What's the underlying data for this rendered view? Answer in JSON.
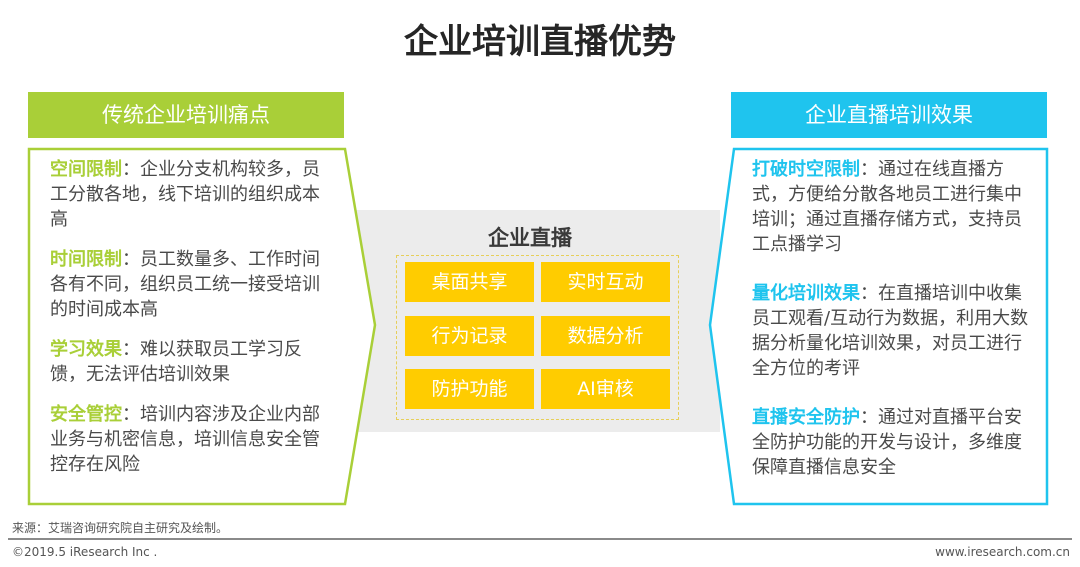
{
  "title": "企业培训直播优势",
  "left": {
    "header": "传统企业培训痛点",
    "items": [
      {
        "key": "空间限制",
        "text": "：企业分支机构较多，员工分散各地，线下培训的组织成本高"
      },
      {
        "key": "时间限制",
        "text": "：员工数量多、工作时间各有不同，组织员工统一接受培训的时间成本高"
      },
      {
        "key": "学习效果",
        "text": "：难以获取员工学习反馈，无法评估培训效果"
      },
      {
        "key": "安全管控",
        "text": "：培训内容涉及企业内部业务与机密信息，培训信息安全管控存在风险"
      }
    ]
  },
  "center": {
    "title": "企业直播",
    "tiles": [
      "桌面共享",
      "实时互动",
      "行为记录",
      "数据分析",
      "防护功能",
      "AI审核"
    ]
  },
  "right": {
    "header": "企业直播培训效果",
    "items": [
      {
        "key": "打破时空限制",
        "text": "：通过在线直播方式，方便给分散各地员工进行集中培训；通过直播存储方式，支持员工点播学习"
      },
      {
        "key": "量化培训效果",
        "text": "：在直播培训中收集员工观看/互动行为数据，利用大数据分析量化培训效果，对员工进行全方位的考评"
      },
      {
        "key": "直播安全防护",
        "text": "：通过对直播平台安全防护功能的开发与设计，多维度保障直播信息安全"
      }
    ]
  },
  "footer": {
    "source": "来源：艾瑞咨询研究院自主研究及绘制。",
    "copyright": "©2019.5 iResearch Inc .",
    "website": "www.iresearch.com.cn"
  },
  "colors": {
    "green": "#a9cf38",
    "blue": "#1fc4ee",
    "yellow": "#ffcc00",
    "gray": "#ececec"
  }
}
